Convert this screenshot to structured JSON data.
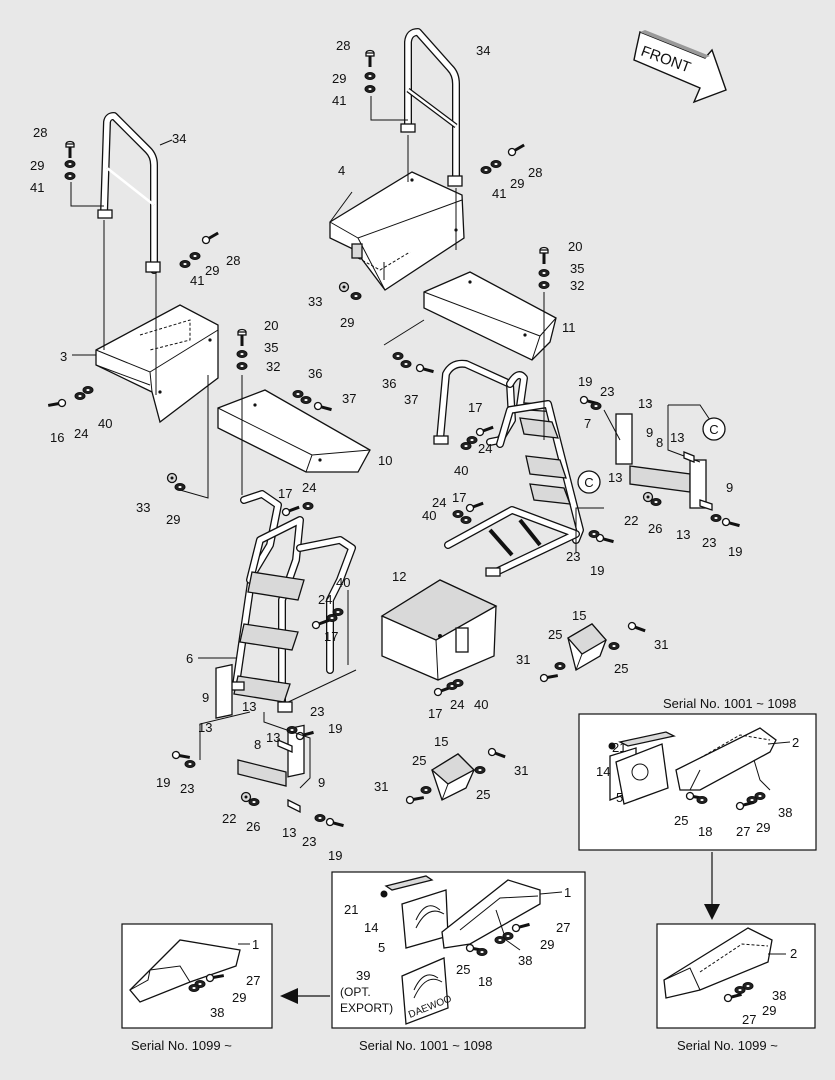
{
  "front_label": "FRONT",
  "detail_labels": [
    "C",
    "C"
  ],
  "part_numbers": {
    "p1": "1",
    "p2": "2",
    "p3": "3",
    "p4": "4",
    "p5": "5",
    "p6": "6",
    "p7": "7",
    "p8": "8",
    "p9": "9",
    "p10": "10",
    "p11": "11",
    "p12": "12",
    "p13": "13",
    "p14": "14",
    "p15": "15",
    "p16": "16",
    "p17": "17",
    "p18": "18",
    "p19": "19",
    "p20": "20",
    "p21": "21",
    "p22": "22",
    "p23": "23",
    "p24": "24",
    "p25": "25",
    "p26": "26",
    "p27": "27",
    "p28": "28",
    "p29": "29",
    "p31": "31",
    "p32": "32",
    "p33": "33",
    "p34": "34",
    "p35": "35",
    "p36": "36",
    "p37": "37",
    "p38": "38",
    "p39": "39",
    "p40": "40",
    "p41": "41"
  },
  "option_note": [
    "(OPT.",
    "EXPORT)"
  ],
  "plate_brand": "DAEWOO",
  "captions": {
    "serial_1001_1098_top": "Serial No. 1001 ~ 1098",
    "serial_1099_right": "Serial No. 1099 ~",
    "serial_1001_1098_bottom": "Serial No. 1001 ~ 1098",
    "serial_1099_left": "Serial No. 1099 ~"
  }
}
